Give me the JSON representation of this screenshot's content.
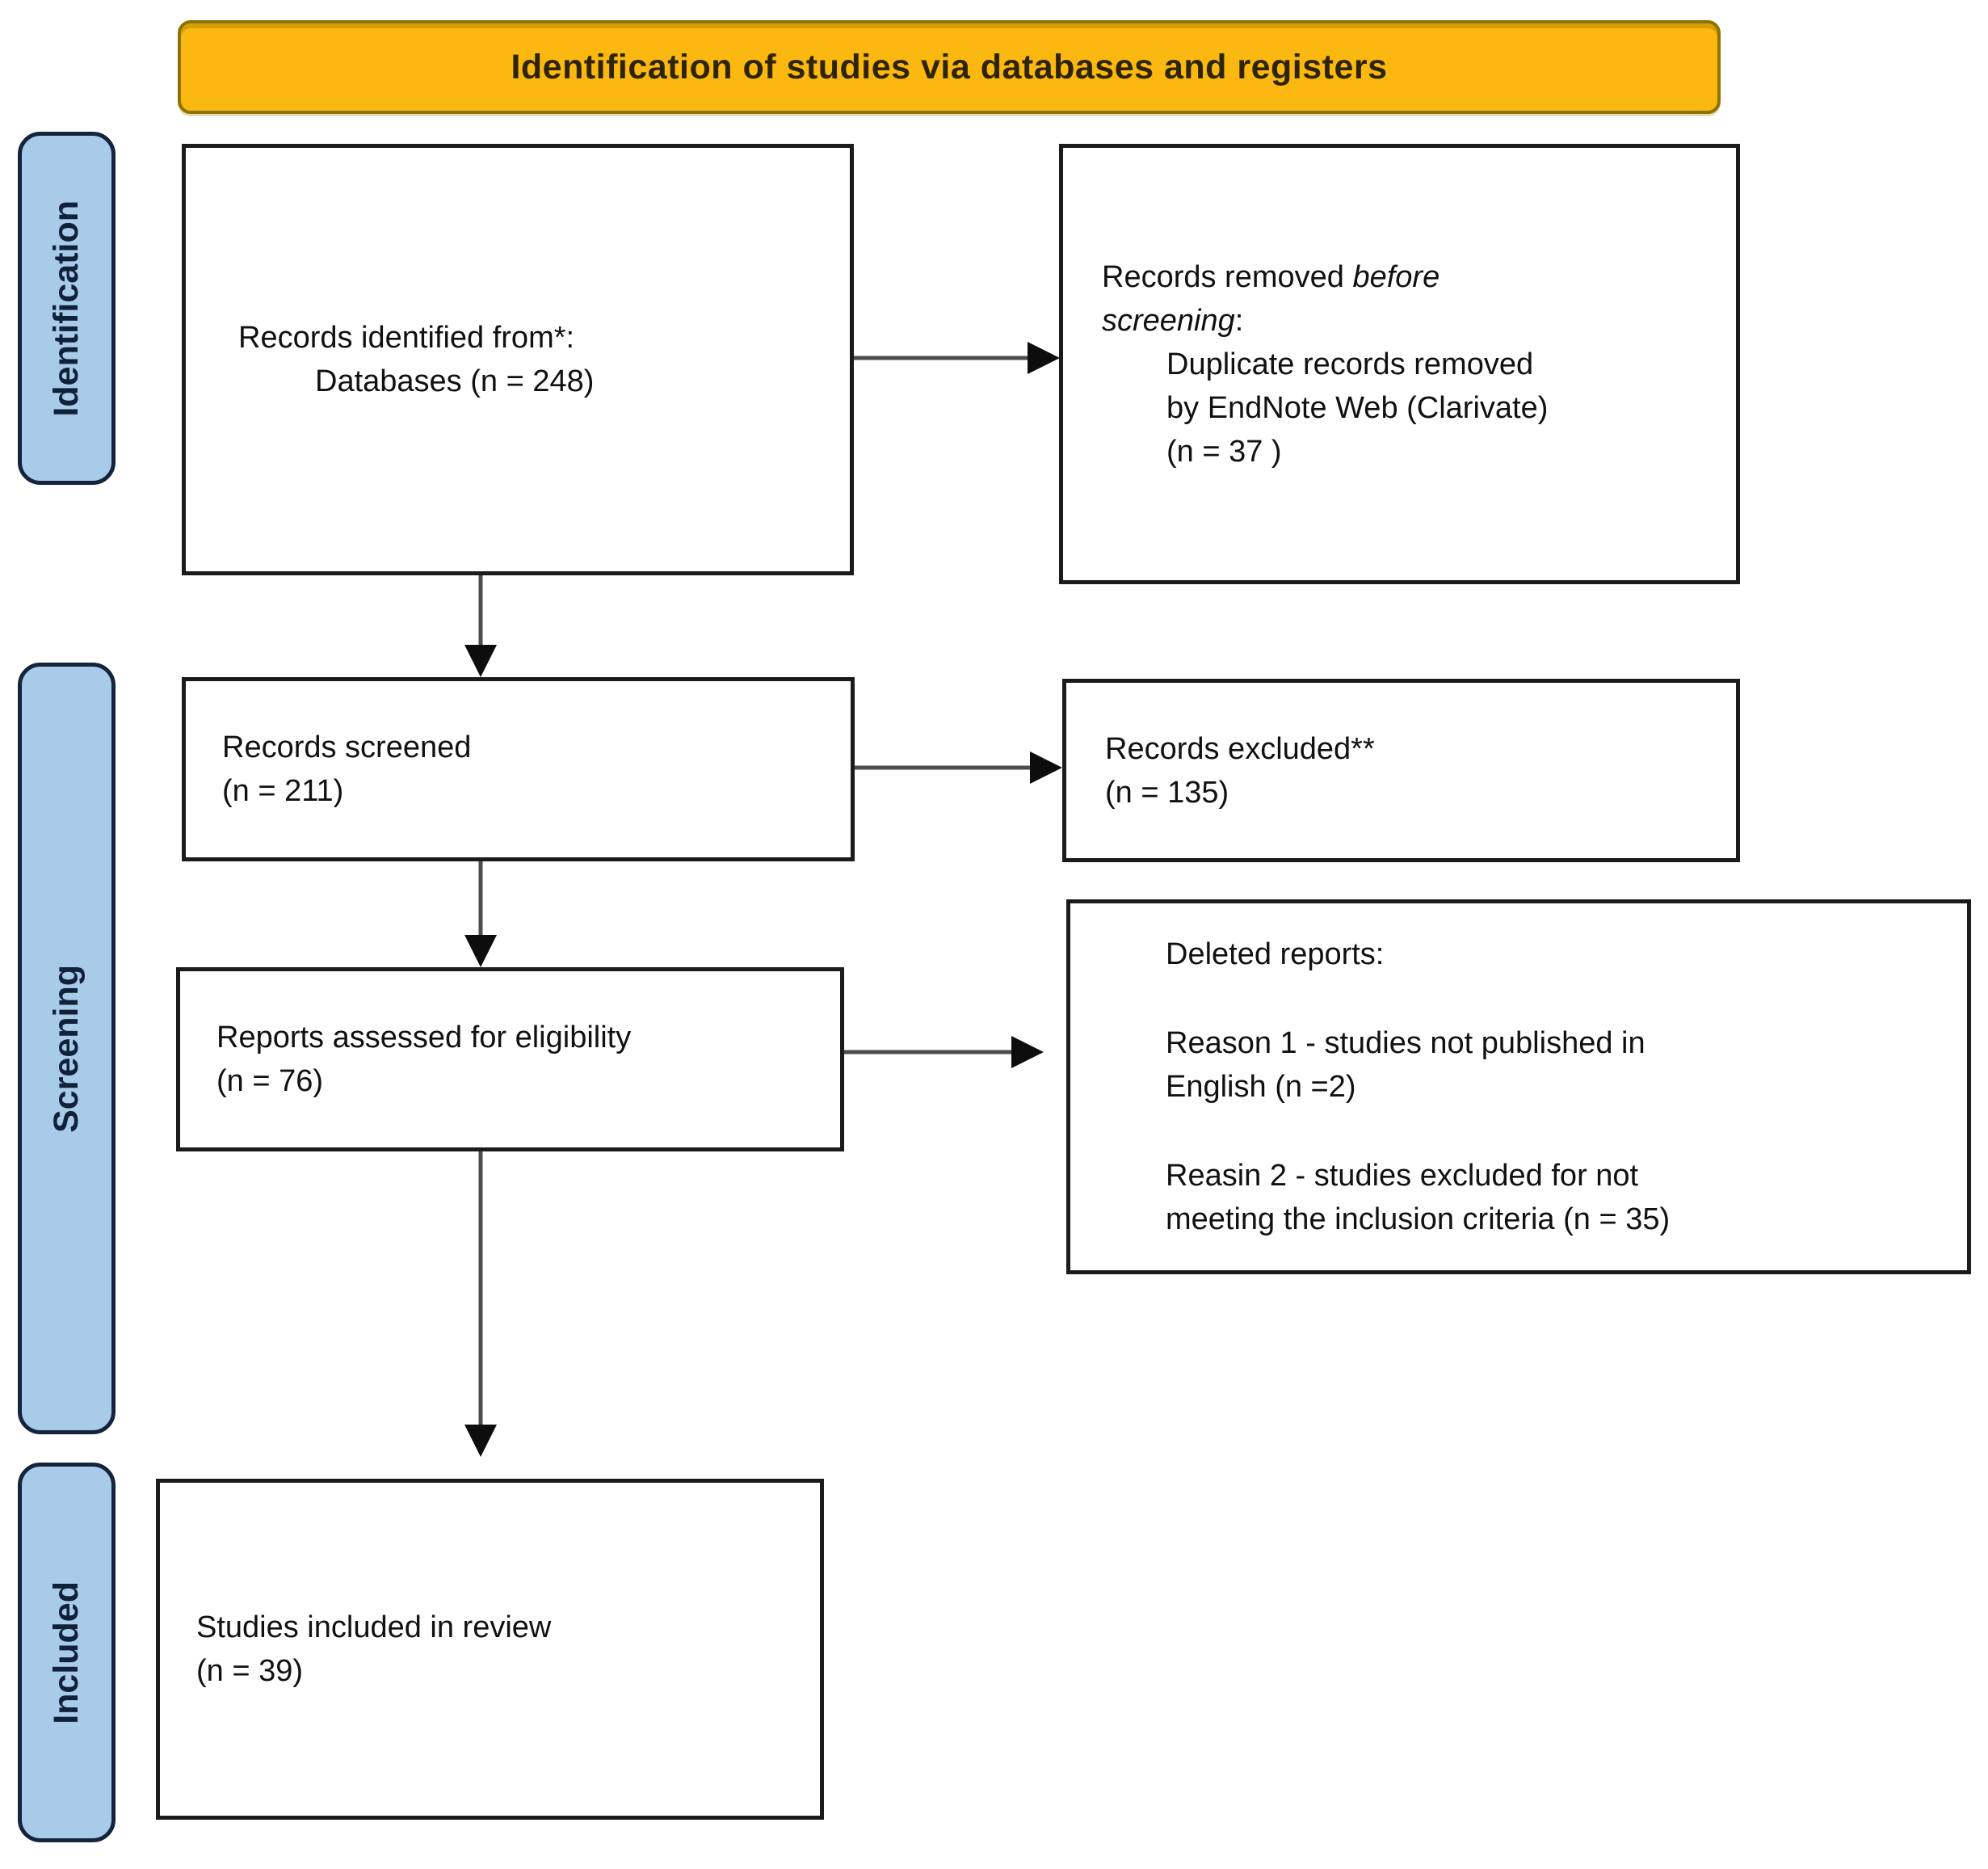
{
  "banner": {
    "title": "Identification of studies via databases and registers"
  },
  "sidebars": {
    "identification": "Identification",
    "screening": "Screening",
    "included": "Included"
  },
  "boxes": {
    "records_identified": {
      "line1": "Records identified from*:",
      "line2": "Databases (n = 248)"
    },
    "records_removed": {
      "prefix": "Records removed ",
      "emphasis": "before screening",
      "suffix": ":",
      "detail_lines": [
        "Duplicate records removed",
        "by EndNote Web (Clarivate)",
        "(n = 37 )"
      ]
    },
    "records_screened": {
      "line1": "Records screened",
      "line2": "(n = 211)"
    },
    "records_excluded": {
      "line1": "Records excluded**",
      "line2": "(n = 135)"
    },
    "reports_assessed": {
      "line1": "Reports assessed for eligibility",
      "line2": "(n = 76)"
    },
    "deleted_reports": {
      "heading": "Deleted reports:",
      "reason1_lines": [
        "Reason 1 - studies not published in",
        "English (n =2)"
      ],
      "reason2_lines": [
        "Reasin 2 - studies excluded for not",
        "meeting the inclusion criteria (n = 35)"
      ]
    },
    "studies_included": {
      "line1": "Studies included in review",
      "line2": "(n = 39)"
    }
  },
  "colors": {
    "banner_fill": "#fbb811",
    "sidebar_fill": "#a9cbea",
    "box_border": "#1b1b1b",
    "arrow_line": "#4d4d4d",
    "arrow_head": "#0d0d0d"
  }
}
